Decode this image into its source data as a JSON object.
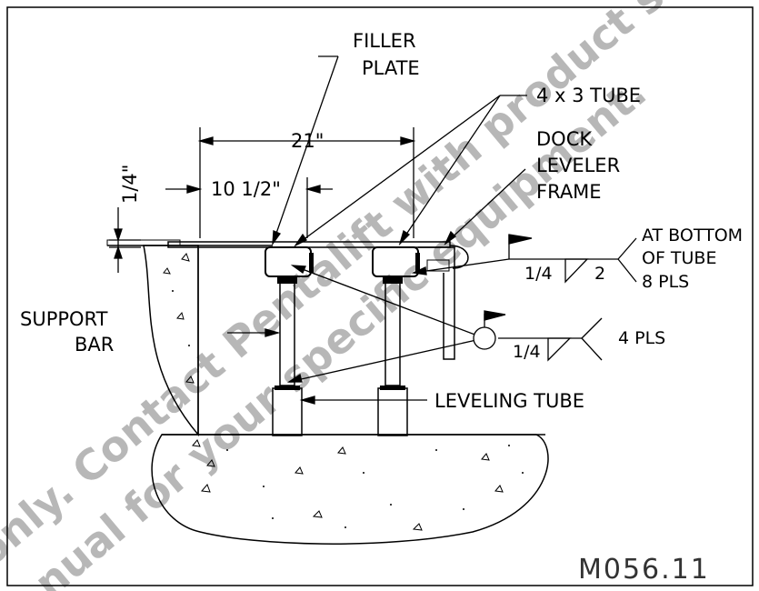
{
  "labels": {
    "filler_plate_1": "FILLER",
    "filler_plate_2": "PLATE",
    "tube": "4 x 3 TUBE",
    "dock_1": "DOCK",
    "dock_2": "LEVELER",
    "dock_3": "FRAME",
    "dim_21": "21\"",
    "dim_10_5": "10 1/2\"",
    "dim_quarter": "1/4\"",
    "weld1_note_1": "AT BOTTOM",
    "weld1_note_2": "OF TUBE",
    "weld1_note_3": "8 PLS",
    "weld1_size_a": "1/4",
    "weld1_size_b": "2",
    "weld2_note": "4 PLS",
    "weld2_size": "1/4",
    "support_1": "SUPPORT",
    "support_2": "BAR",
    "leveling_tube": "LEVELING TUBE",
    "drawing_number": "M056.11"
  },
  "watermark": {
    "line1": "only. Contact Pentalift with product se",
    "line2": "nual for your specific equipment."
  }
}
